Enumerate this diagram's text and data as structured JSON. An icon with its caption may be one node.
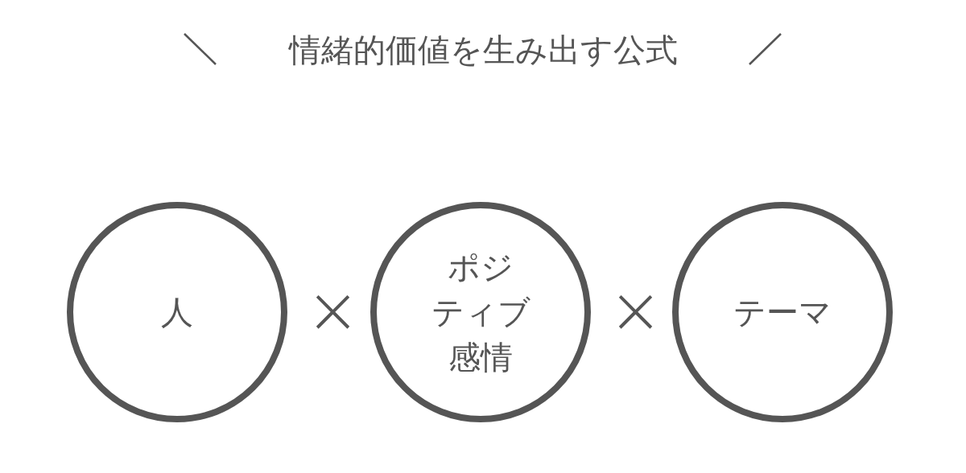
{
  "diagram": {
    "title": "情緒的価値を生み出す公式",
    "nodes": [
      {
        "text": [
          "人"
        ]
      },
      {
        "text": [
          "ポジティブ感情"
        ]
      },
      {
        "text": [
          "テーマ"
        ]
      }
    ],
    "labels": [
      "×",
      "×"
    ]
  }
}
